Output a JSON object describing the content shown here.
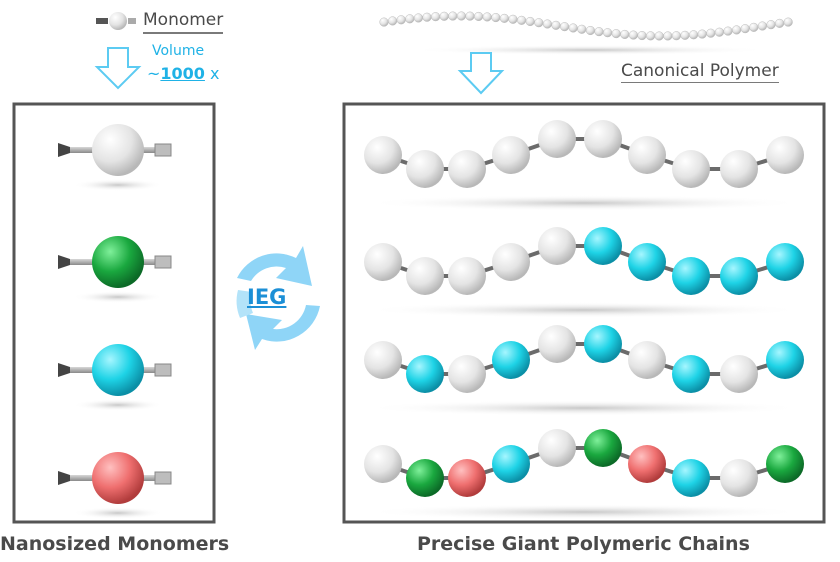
{
  "labels": {
    "monomer": "Monomer",
    "volume": "Volume",
    "volume_prefix": "~",
    "volume_value": "1000",
    "volume_suffix": " x",
    "canonical_polymer": "Canonical Polymer",
    "ieg": "IEG",
    "nanosized_monomers": "Nanosized Monomers",
    "precise_chains": "Precise Giant Polymeric Chains"
  },
  "icons": {
    "down_arrow": "down-arrow-icon",
    "cycle_arrows": "cycle-arrows-icon"
  },
  "colors": {
    "white": "#e9e9e9",
    "green": "#1aa83f",
    "cyan": "#1ed3e6",
    "red": "#ef6f6f",
    "accent_blue": "#1fb2e6"
  },
  "monomers": [
    "white",
    "green",
    "cyan",
    "red"
  ],
  "chains": [
    [
      "white",
      "white",
      "white",
      "white",
      "white",
      "white",
      "white",
      "white",
      "white",
      "white"
    ],
    [
      "white",
      "white",
      "white",
      "white",
      "white",
      "cyan",
      "cyan",
      "cyan",
      "cyan",
      "cyan"
    ],
    [
      "white",
      "cyan",
      "white",
      "cyan",
      "white",
      "cyan",
      "white",
      "cyan",
      "white",
      "cyan"
    ],
    [
      "white",
      "green",
      "red",
      "cyan",
      "white",
      "green",
      "red",
      "cyan",
      "white",
      "green"
    ]
  ]
}
